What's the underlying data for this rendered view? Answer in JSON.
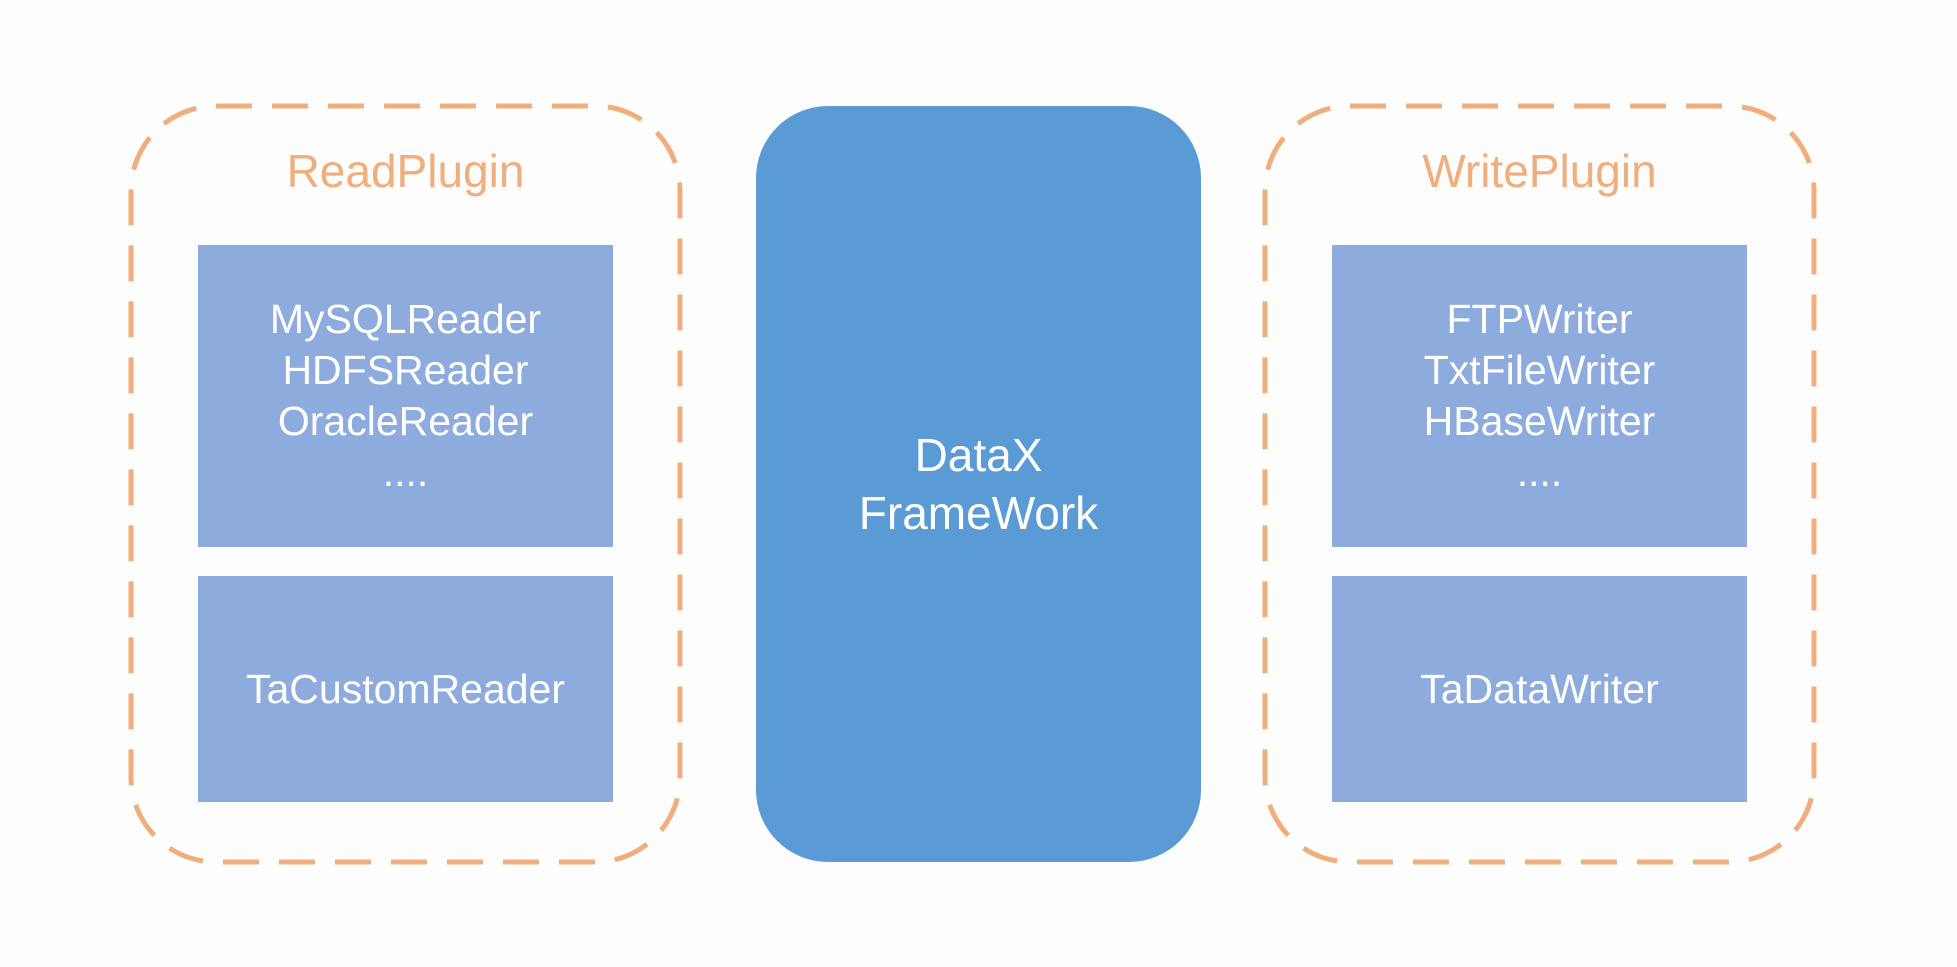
{
  "colors": {
    "background": "#fdfdfd",
    "group_border": "#f0ae7c",
    "plugin_box": "#8eabdd",
    "framework": "#5b9bd5",
    "text_light": "#ffffff"
  },
  "read_plugin": {
    "title": "ReadPlugin",
    "readers": [
      "MySQLReader",
      "HDFSReader",
      "OracleReader",
      "...."
    ],
    "custom_reader": "TaCustomReader"
  },
  "framework": {
    "line1": "DataX",
    "line2": "FrameWork"
  },
  "write_plugin": {
    "title": "WritePlugin",
    "writers": [
      "FTPWriter",
      "TxtFileWriter",
      "HBaseWriter",
      "...."
    ],
    "custom_writer": "TaDataWriter"
  }
}
